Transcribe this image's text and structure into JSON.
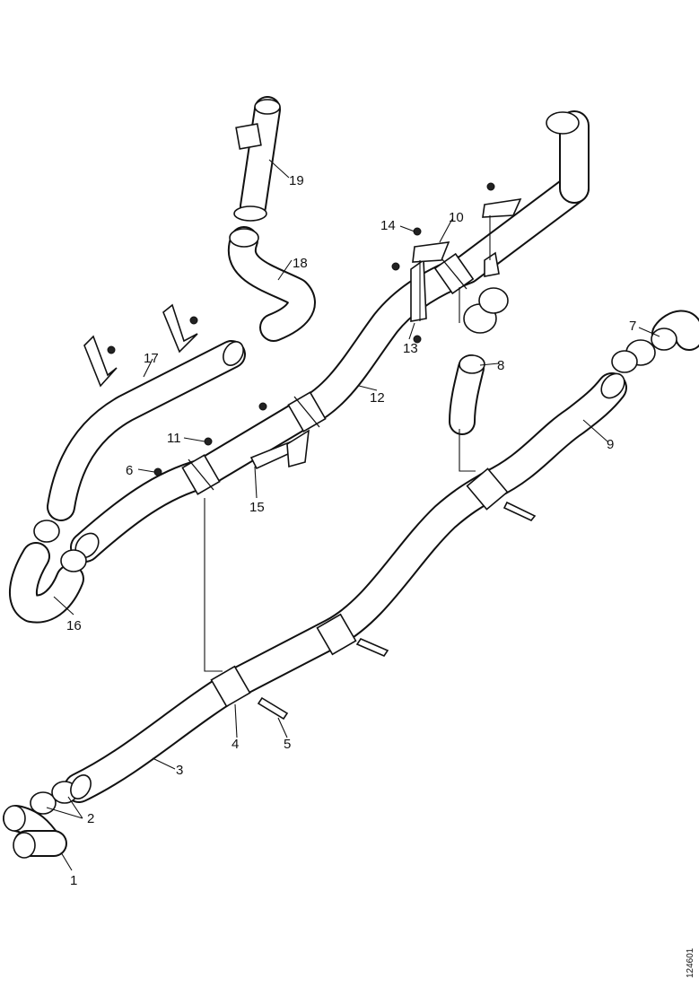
{
  "callouts": [
    "1",
    "2",
    "3",
    "4",
    "5",
    "6",
    "7",
    "8",
    "9",
    "10",
    "11",
    "12",
    "13",
    "14",
    "15",
    "16",
    "17",
    "18",
    "19"
  ],
  "reference": "124601"
}
